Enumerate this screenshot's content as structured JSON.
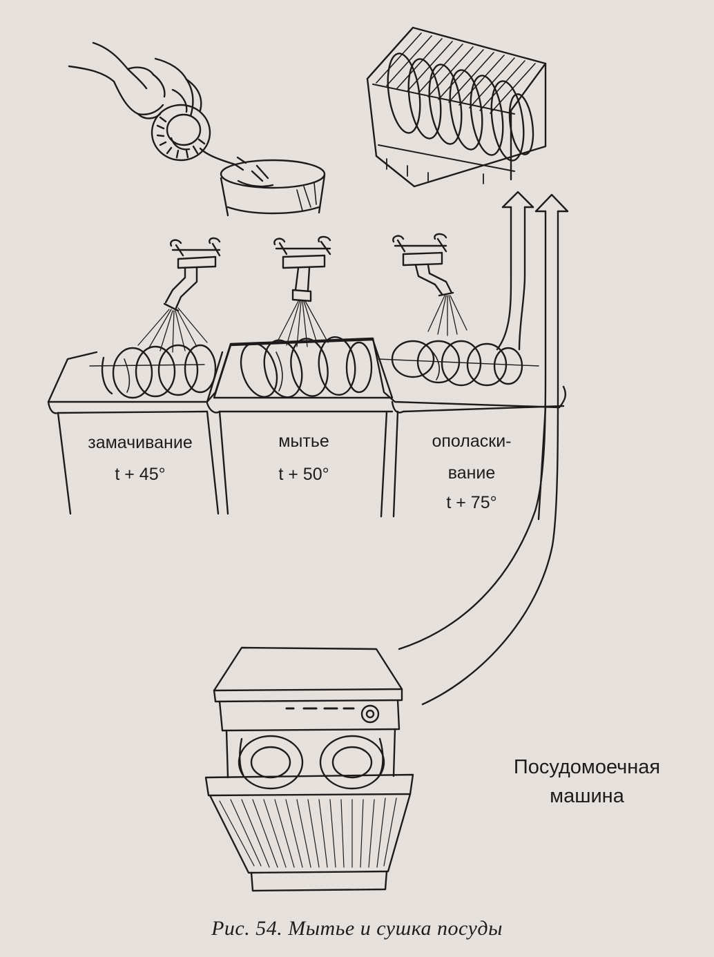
{
  "sinks": [
    {
      "name": "замачивание",
      "temp": "t + 45°"
    },
    {
      "name": "мытье",
      "temp": "t + 50°"
    },
    {
      "name_line1": "ополаски-",
      "name_line2": "вание",
      "temp": "t + 75°"
    }
  ],
  "machine": {
    "line1": "Посудомоечная",
    "line2": "машина"
  },
  "caption": "Рис. 54. Мытье и сушка посуды",
  "icons": [
    "hands-scraping-plate-icon",
    "dish-rack-icon",
    "faucet-icon",
    "sink-icon",
    "plates-icon",
    "arrow-up-icon",
    "dishwasher-icon"
  ],
  "colors": {
    "paper": "#e6e1dc",
    "ink": "#1e1b1c"
  }
}
